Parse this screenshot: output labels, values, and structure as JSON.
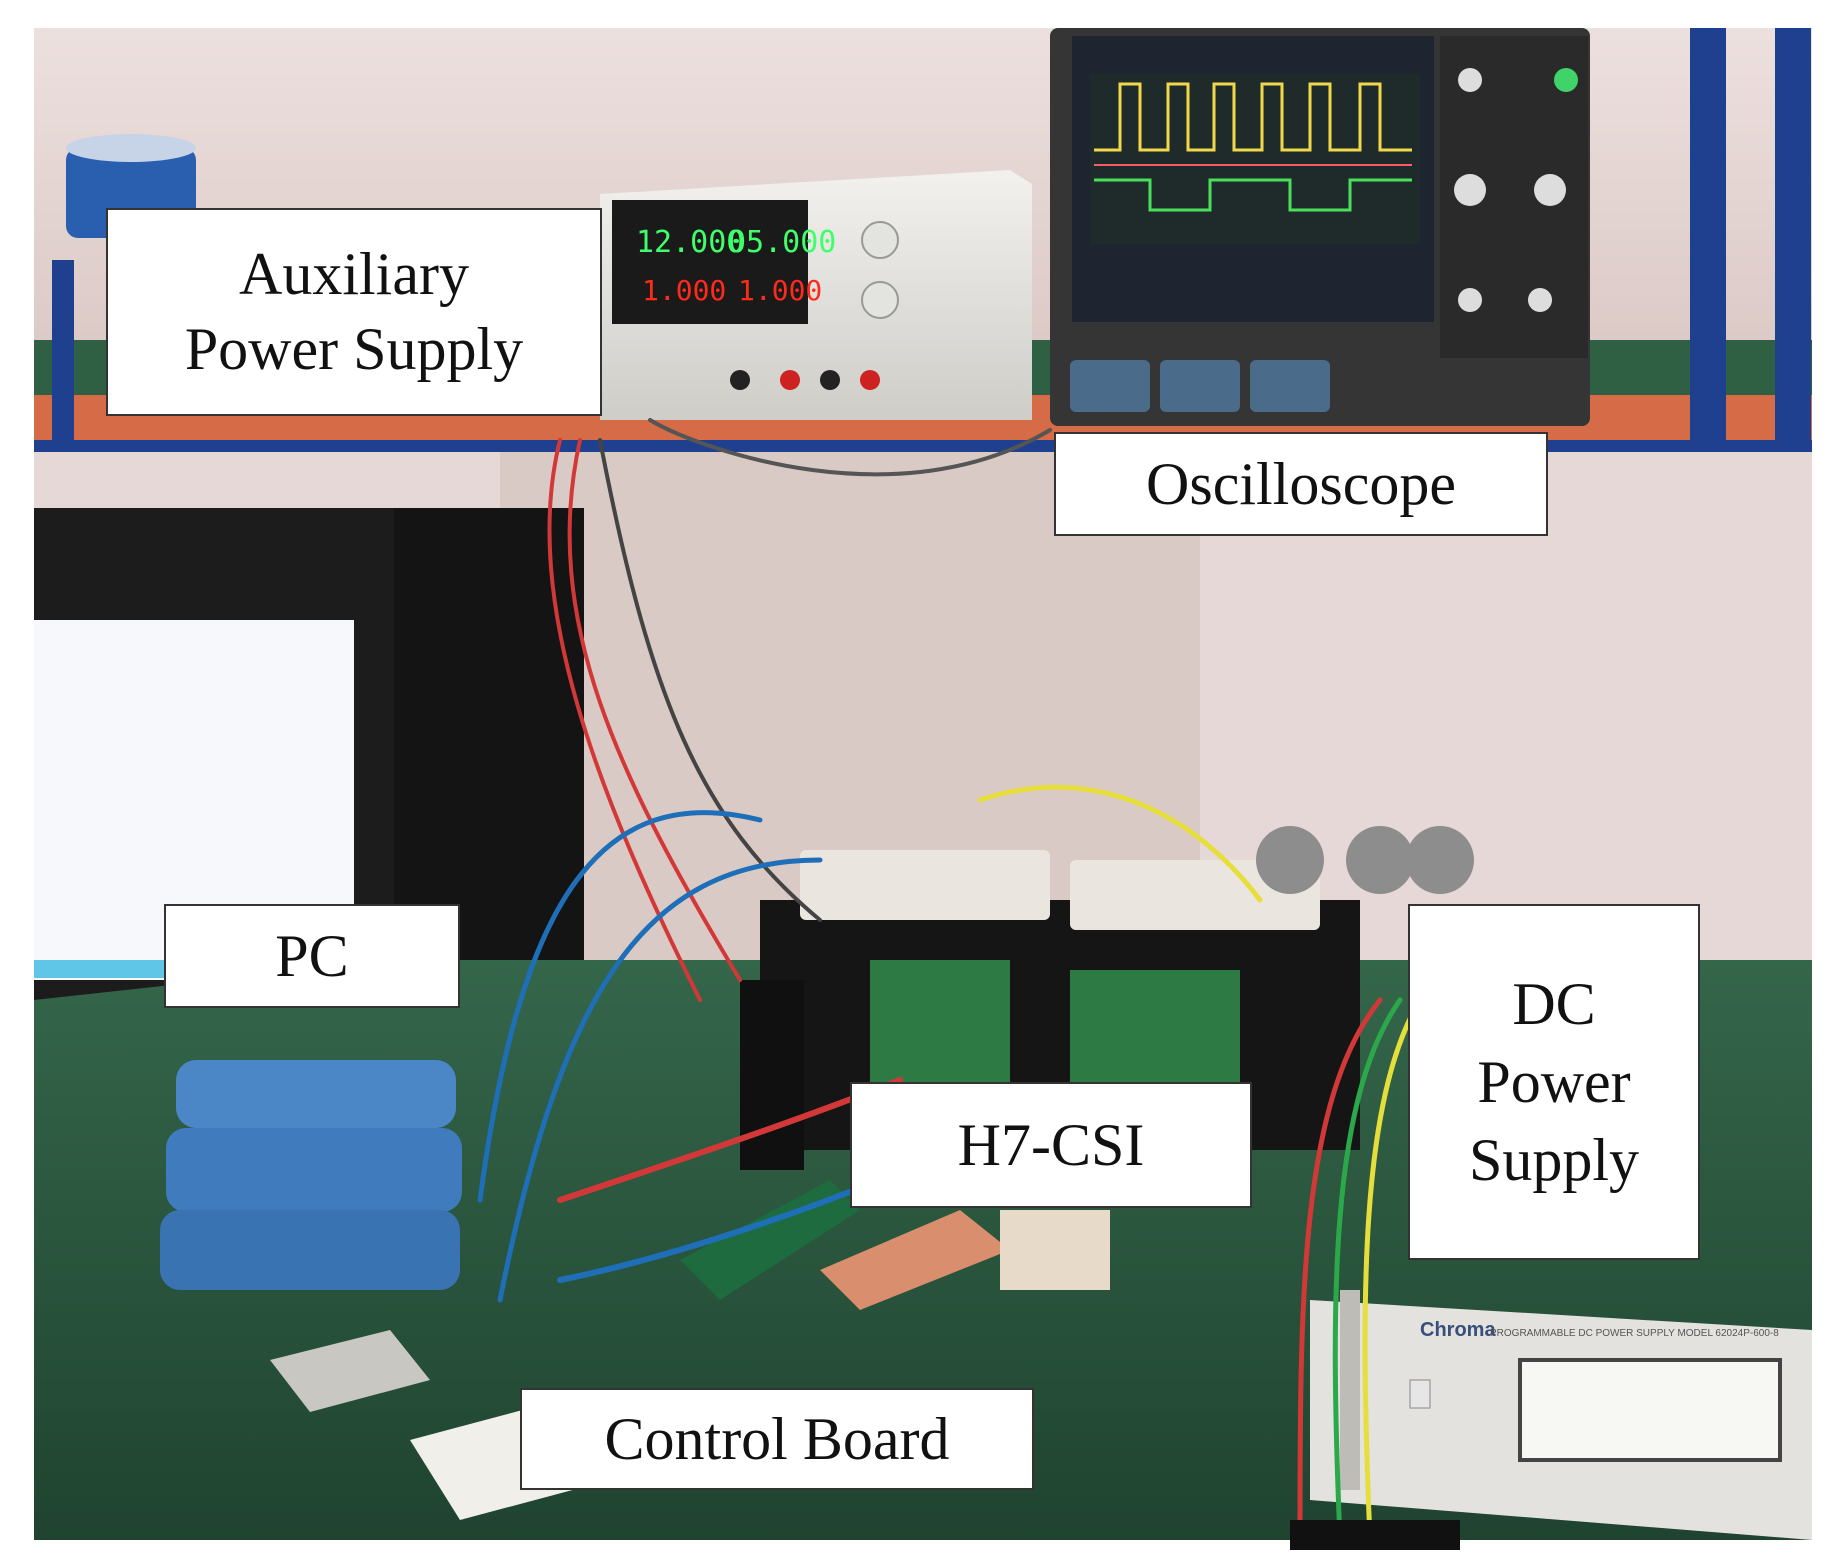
{
  "labels": {
    "auxiliary_power_supply": {
      "line1": "Auxiliary",
      "line2": "Power Supply"
    },
    "oscilloscope": "Oscilloscope",
    "pc": "PC",
    "h7_csi": "H7-CSI",
    "dc_power_supply": {
      "line1": "DC",
      "line2": "Power",
      "line3": "Supply"
    },
    "control_board": "Control Board"
  },
  "device_text": {
    "psu_display_v1": "12.000",
    "psu_display_v2": "05.000",
    "psu_display_a1": "1.000",
    "psu_display_a2": "1.000",
    "dc_psu_brand": "Chroma",
    "dc_psu_model": "PROGRAMMABLE DC POWER SUPPLY MODEL 62024P-600-8"
  },
  "colors": {
    "wall": "#e4d3d1",
    "shelf_blue": "#1f3f8f",
    "shelf_edge": "#d56b47",
    "bench_green": "#2c5a3a",
    "display_red": "#ff2a1a",
    "scope_green": "#48e05a",
    "scope_yellow": "#f0d84a"
  }
}
